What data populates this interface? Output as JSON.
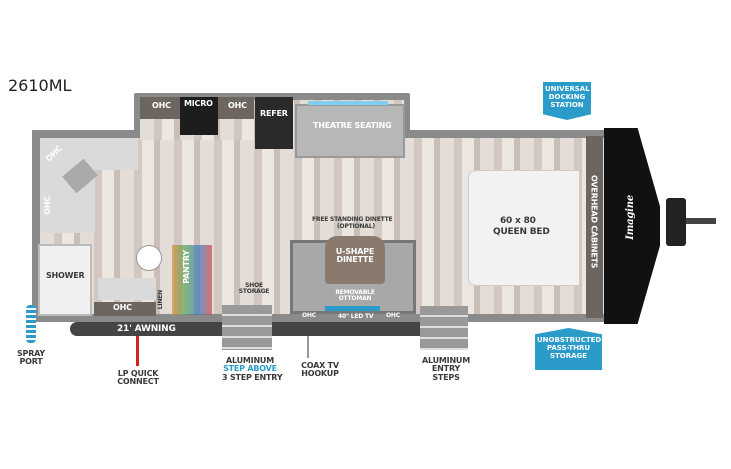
{
  "model": "2610ML",
  "labels": {
    "ohc": "OHC",
    "micro": "MICRO",
    "refer": "REFER",
    "theatre_seating": "THEATRE SEATING",
    "shower": "SHOWER",
    "linen": "LINEN",
    "pantry": "PANTRY",
    "shoe_storage": "SHOE STORAGE",
    "free_standing_dinette": "FREE STANDING DINETTE",
    "optional": "(OPTIONAL)",
    "u_shape_dinette": "U-SHAPE DINETTE",
    "removable_ottoman": "REMOVABLE OTTOMAN",
    "led_tv": "40\" LED TV",
    "awning": "21' AWNING",
    "queen_bed_size": "60 x 80",
    "queen_bed": "QUEEN BED",
    "overhead_cabinets": "OVERHEAD CABINETS",
    "logo": "Imagine"
  },
  "callouts": {
    "universal_docking_station": "UNIVERSAL DOCKING STATION",
    "pass_thru_storage": "UNOBSTRUCTED PASS-THRU STORAGE",
    "spray_port": "SPRAY PORT",
    "lp_quick_connect": "LP QUICK CONNECT",
    "step_line1": "ALUMINUM",
    "step_line2": "STEP ABOVE",
    "step_line3": "3 STEP ENTRY",
    "coax": "COAX TV HOOKUP",
    "entry_steps": "ALUMINUM ENTRY STEPS"
  },
  "colors": {
    "accent_blue": "#2b9bc9",
    "led_blue": "#7fd0f0",
    "lp_red": "#d42020"
  }
}
